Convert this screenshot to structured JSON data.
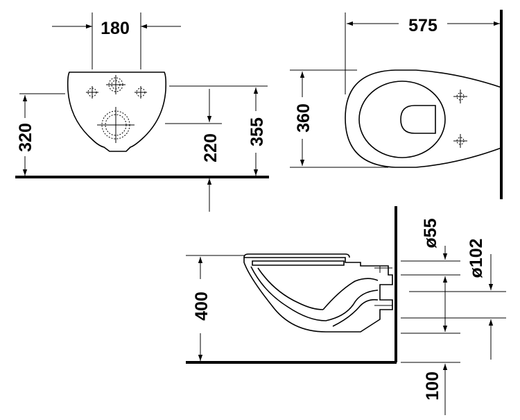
{
  "drawing": {
    "dimensions": {
      "front_width": "180",
      "front_height_left": "320",
      "front_height_mid": "220",
      "front_height_right": "355",
      "top_length": "575",
      "top_width": "360",
      "side_height": "400",
      "side_bottom": "100",
      "pipe_small": "ø55",
      "pipe_large": "ø102"
    }
  }
}
